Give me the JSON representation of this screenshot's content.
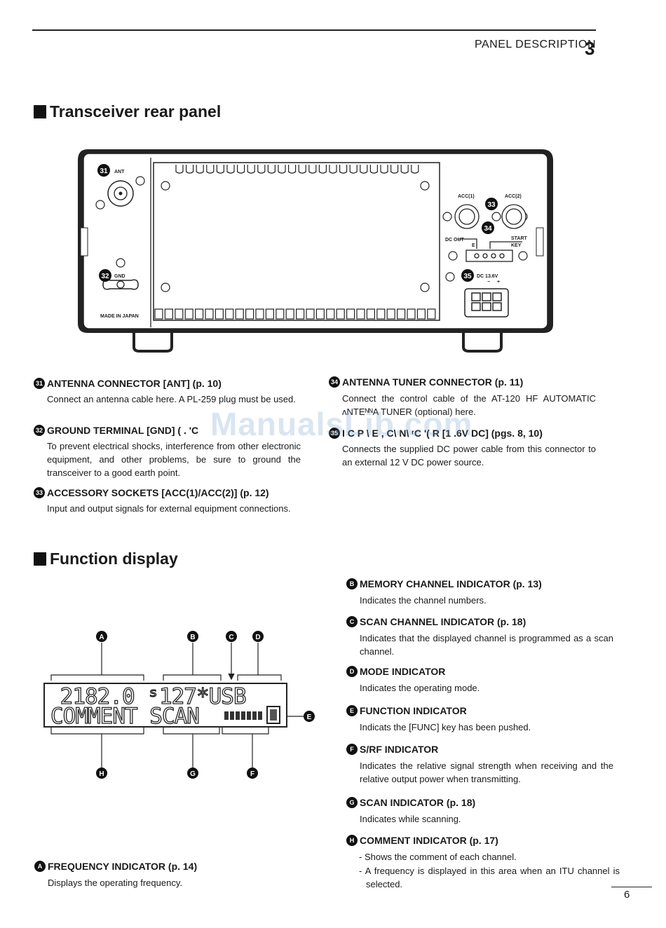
{
  "header": {
    "title": "PANEL DESCRIPTION",
    "chapter": "3"
  },
  "section_rear": {
    "title": "Transceiver rear panel"
  },
  "rear_panel_labels": {
    "ant": "ANT",
    "gnd": "GND",
    "made_in": "MADE IN JAPAN",
    "acc1": "ACC(1)",
    "acc2": "ACC(2)",
    "dc_out": "DC OUT",
    "start": "START",
    "key": "KEY",
    "e": "E",
    "dc": "DC 13.6V",
    "minus": "−",
    "plus": "+",
    "callouts": [
      "31",
      "32",
      "33",
      "34",
      "35"
    ]
  },
  "rear_items": [
    {
      "num": "31",
      "title": "ANTENNA CONNECTOR [ANT] (p. 10)",
      "body": "Connect an antenna cable here. A PL-259 plug must be used."
    },
    {
      "num": "32",
      "title": "GROUND TERMINAL [GND] ( . ʹC",
      "body": "To prevent electrical shocks, interference from other electronic equipment, and other problems, be sure to ground the transceiver to a good earth point."
    },
    {
      "num": "33",
      "title": "ACCESSORY SOCKETS [ACC(1)/ACC(2)] (p. 12)",
      "body": "Input and output signals for external equipment connections."
    },
    {
      "num": "34",
      "title": "ANTENNA TUNER CONNECTOR (p. 11)",
      "body": "Connect the control cable of the AT-120 HF AUTOMATIC ʌNTEᴺᴺA TUNER (optional) here."
    },
    {
      "num": "35",
      "title": "I C P \\ E , C\\ N\\ ʳC ʹ( R [1 .6V DC] (pgs. 8, 10)",
      "body": "Connects the supplied DC power cable from this connector to an external 12 V DC power source."
    }
  ],
  "watermark": "ManualsLib.com",
  "section_function": {
    "title": "Function display"
  },
  "lcd": {
    "row1": " 2182.0 ˢ127*USB",
    "row2": "COMMENT SCAN",
    "callouts": [
      "A",
      "B",
      "C",
      "D",
      "E",
      "F",
      "G",
      "H"
    ]
  },
  "func_items": [
    {
      "letter": "B",
      "title": "MEMORY CHANNEL INDICATOR (p. 13)",
      "lines": [
        "Indicates the channel numbers."
      ]
    },
    {
      "letter": "C",
      "title": "SCAN CHANNEL INDICATOR (p. 18)",
      "lines": [
        "Indicates that the displayed channel is programmed as a scan channel."
      ]
    },
    {
      "letter": "D",
      "title": "MODE INDICATOR",
      "lines": [
        "Indicates the operating mode."
      ]
    },
    {
      "letter": "E",
      "title": "FUNCTION INDICATOR",
      "lines": [
        "Indicats the [FUNC] key has been pushed."
      ]
    },
    {
      "letter": "F",
      "title": "S/RF INDICATOR",
      "lines": [
        "Indicates the relative signal strength when receiving and the relative output power when transmitting."
      ]
    },
    {
      "letter": "G",
      "title": "SCAN INDICATOR (p. 18)",
      "lines": [
        "Indicates while scanning."
      ]
    },
    {
      "letter": "H",
      "title": "COMMENT INDICATOR (p. 17)",
      "lines": [
        "- Shows the comment of each channel.",
        "- A frequency is displayed in this area when an ITU channel is selected."
      ]
    },
    {
      "letter": "A",
      "title": "FREQUENCY INDICATOR (p. 14)",
      "lines": [
        "Displays the operating frequency."
      ]
    }
  ],
  "page_number": "6"
}
